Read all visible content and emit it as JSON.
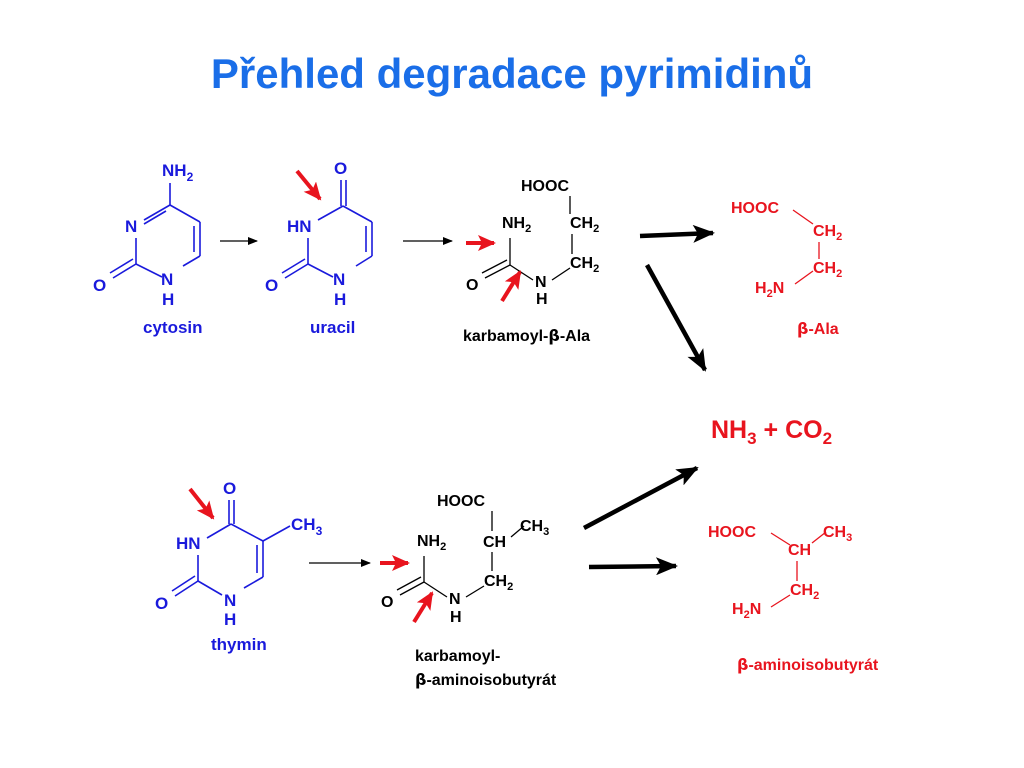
{
  "title": "Přehled degradace pyrimidinů",
  "colors": {
    "title": "#1a6ee8",
    "molecule_blue": "#1a1adc",
    "product_red": "#e8141e",
    "arrow_black": "#000000"
  },
  "atoms": {
    "nh2": "NH",
    "sub2": "2",
    "sub3": "3",
    "n": "N",
    "o": "O",
    "h": "H",
    "hn": "HN",
    "hooc": "HOOC",
    "ch2": "CH",
    "ch": "CH",
    "ch3": "CH",
    "h2n_h": "H",
    "h2n_n": "N",
    "h2n_sub": "2",
    "nh3": "NH",
    "plus": " + ",
    "co2": "CO"
  },
  "labels": {
    "cytosin": "cytosin",
    "uracil": "uracil",
    "karbamoyl_ala_pre": "karbamoyl-",
    "beta": "β",
    "karbamoyl_ala_post": "-Ala",
    "beta_ala_post": "-Ala",
    "thymin": "thymin",
    "karbamoyl_line1": "karbamoyl-",
    "aminoisobutyrat_post": "-aminoisobutyrát"
  },
  "icons": [
    "reaction-arrow-icon",
    "cleavage-site-arrow-icon"
  ]
}
